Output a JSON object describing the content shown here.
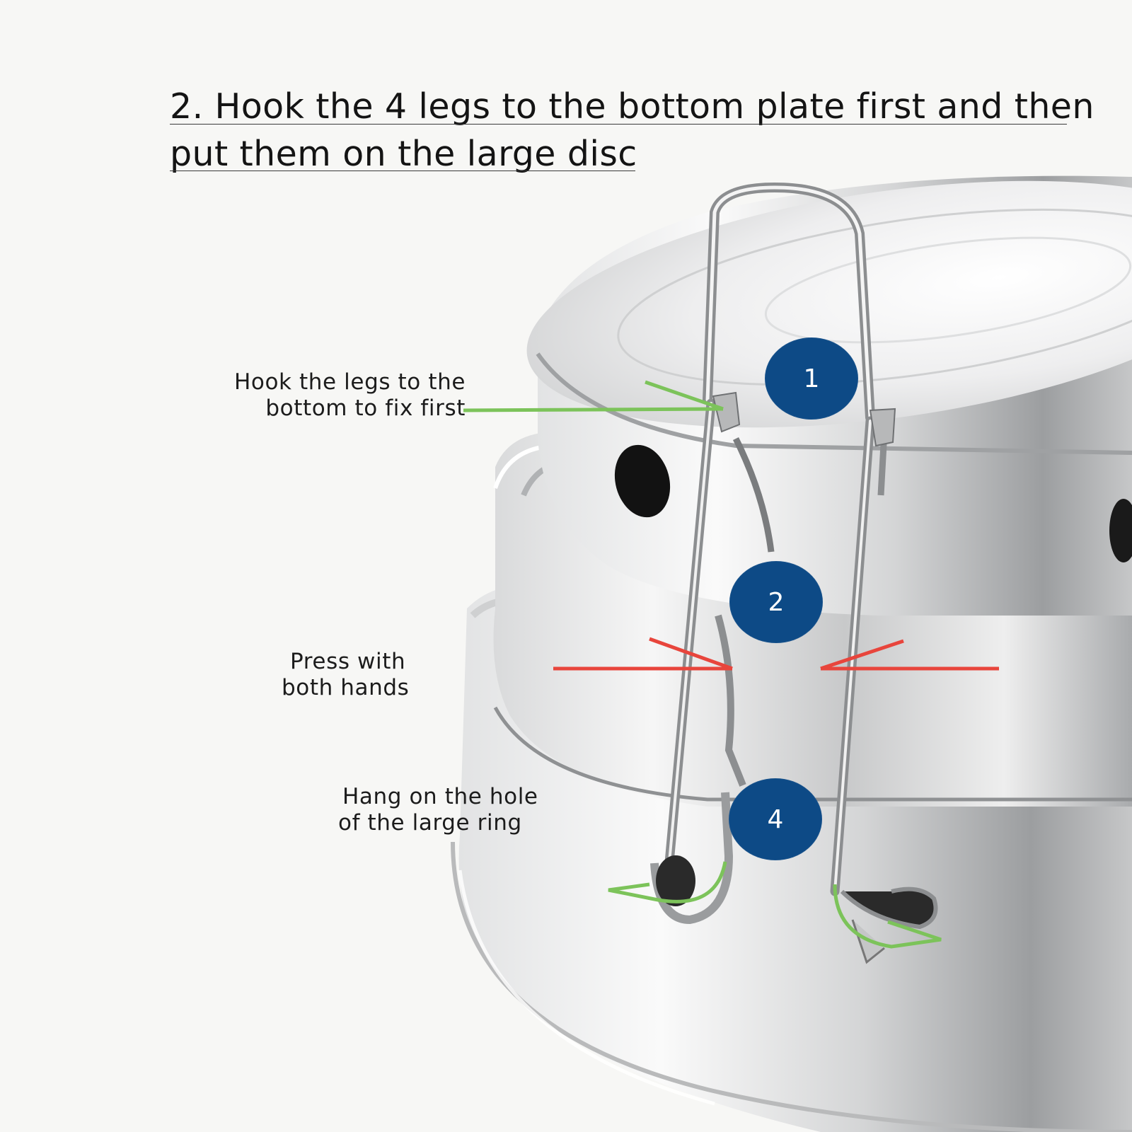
{
  "heading": {
    "line1": "2. Hook the 4 legs to the bottom plate first and then",
    "line2": "put them on the large disc"
  },
  "callouts": {
    "hook": {
      "line1": "Hook the legs to the",
      "line2": "bottom to fix first"
    },
    "press": {
      "line1": "Press with",
      "line2": "both hands"
    },
    "hang": {
      "line1": "Hang on the hole",
      "line2": "of the large ring"
    }
  },
  "badges": {
    "step1": "1",
    "step2": "2",
    "step4": "4"
  },
  "colors": {
    "badge": "#0d4a86",
    "green_arrow": "#7cc35a",
    "red_arrow": "#e8453c",
    "steel_light": "#f1f1f0",
    "steel_dark": "#8a8c8e"
  }
}
